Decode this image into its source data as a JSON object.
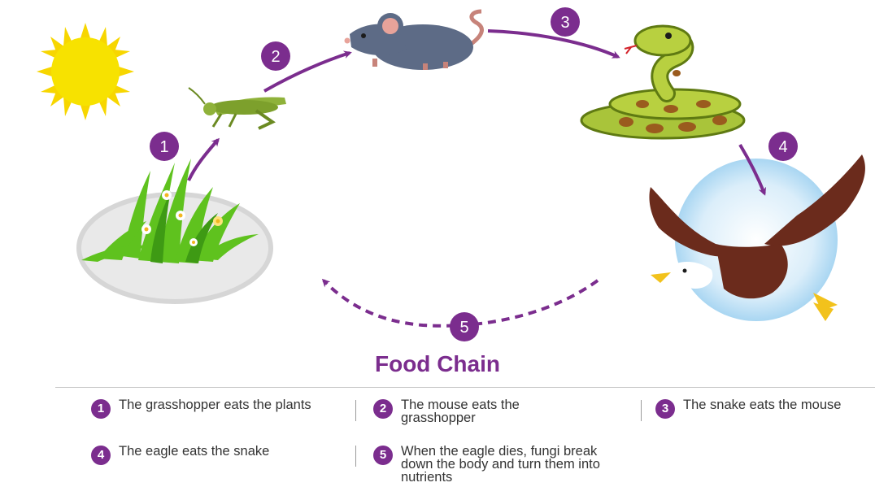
{
  "title": "Food Chain",
  "colors": {
    "accent": "#7b2d8e",
    "sun": "#f7e200",
    "grass": "#5fc21e"
  },
  "steps": [
    {
      "num": "1",
      "text": "The grasshopper eats the plants"
    },
    {
      "num": "2",
      "text": "The mouse eats the grasshopper"
    },
    {
      "num": "3",
      "text": "The snake eats the mouse"
    },
    {
      "num": "4",
      "text": "The eagle eats the snake"
    },
    {
      "num": "5",
      "text": "When the eagle dies, fungi break down the body and turn them into nutrients"
    }
  ],
  "icons": [
    "sun-icon",
    "grass-icon",
    "grasshopper-icon",
    "mouse-icon",
    "snake-icon",
    "eagle-icon"
  ]
}
